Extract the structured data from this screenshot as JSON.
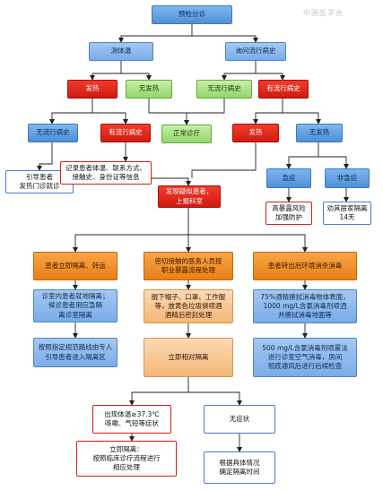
{
  "watermark": "中国医学会",
  "nodes": {
    "triage": "预检分诊",
    "measure_temp": "测体温",
    "ask_history": "询问流行病史",
    "fever_a": "发热",
    "no_fever": "无发热",
    "no_epi_a": "无流行病史",
    "has_epi_a": "有流行病史",
    "no_epi_b": "无流行病史",
    "has_epi_b": "有流行病史",
    "normal_care": "正常诊疗",
    "fever_b": "发热",
    "no_fever_b": "无发热",
    "guide_fever_clinic": "引导患者\n发热门诊就诊",
    "record_info": "记录患者体温、联系方式、\n接触史、身份证等信息",
    "suspected": "发现疑似患者，\n上报科室",
    "acute": "急症",
    "non_acute": "非急症",
    "high_exposure": "高暴露风险\n加强防护",
    "home_isolate": "劝其居家隔离\n14天",
    "isolate_transfer": "患者立即隔离、转运",
    "staff_exposure": "密切接触的医务人员按\n职业暴露流程处理",
    "terminal_disinfect": "患者转出后环境消杀消毒",
    "clinic_isolate": "诊室内患者就地隔离；\n候诊患者用应急隔\n离诊室隔离",
    "ppe_removal": "脱下帽子、口罩、工作服\n等，放黄色垃圾袋喷酒\n酒精后密封处理",
    "alcohol_wipe": "75%酒精擦拭消毒物体表面，\n1000 mg/L含氯消毒剂喷洒\n并擦拭消毒地面等",
    "designated_route": "按照指定规范路线由专人\n引导患者进入隔离区",
    "relative_isolation": "立即相对隔离",
    "chlorine_spray": "500 mg/L含氯消毒剂喷雾法\n进行诊室空气消毒，房间\n彻底通风后进行后续检查",
    "symptoms": "出现体温≥37.3℃\n咳嗽、气短等症状",
    "asymptomatic": "无症状",
    "immediate_isolation": "立即隔离：\n按照临床诊疗流程进行\n相应处理",
    "decide_period": "根据具体情况\n确定隔离时间"
  }
}
